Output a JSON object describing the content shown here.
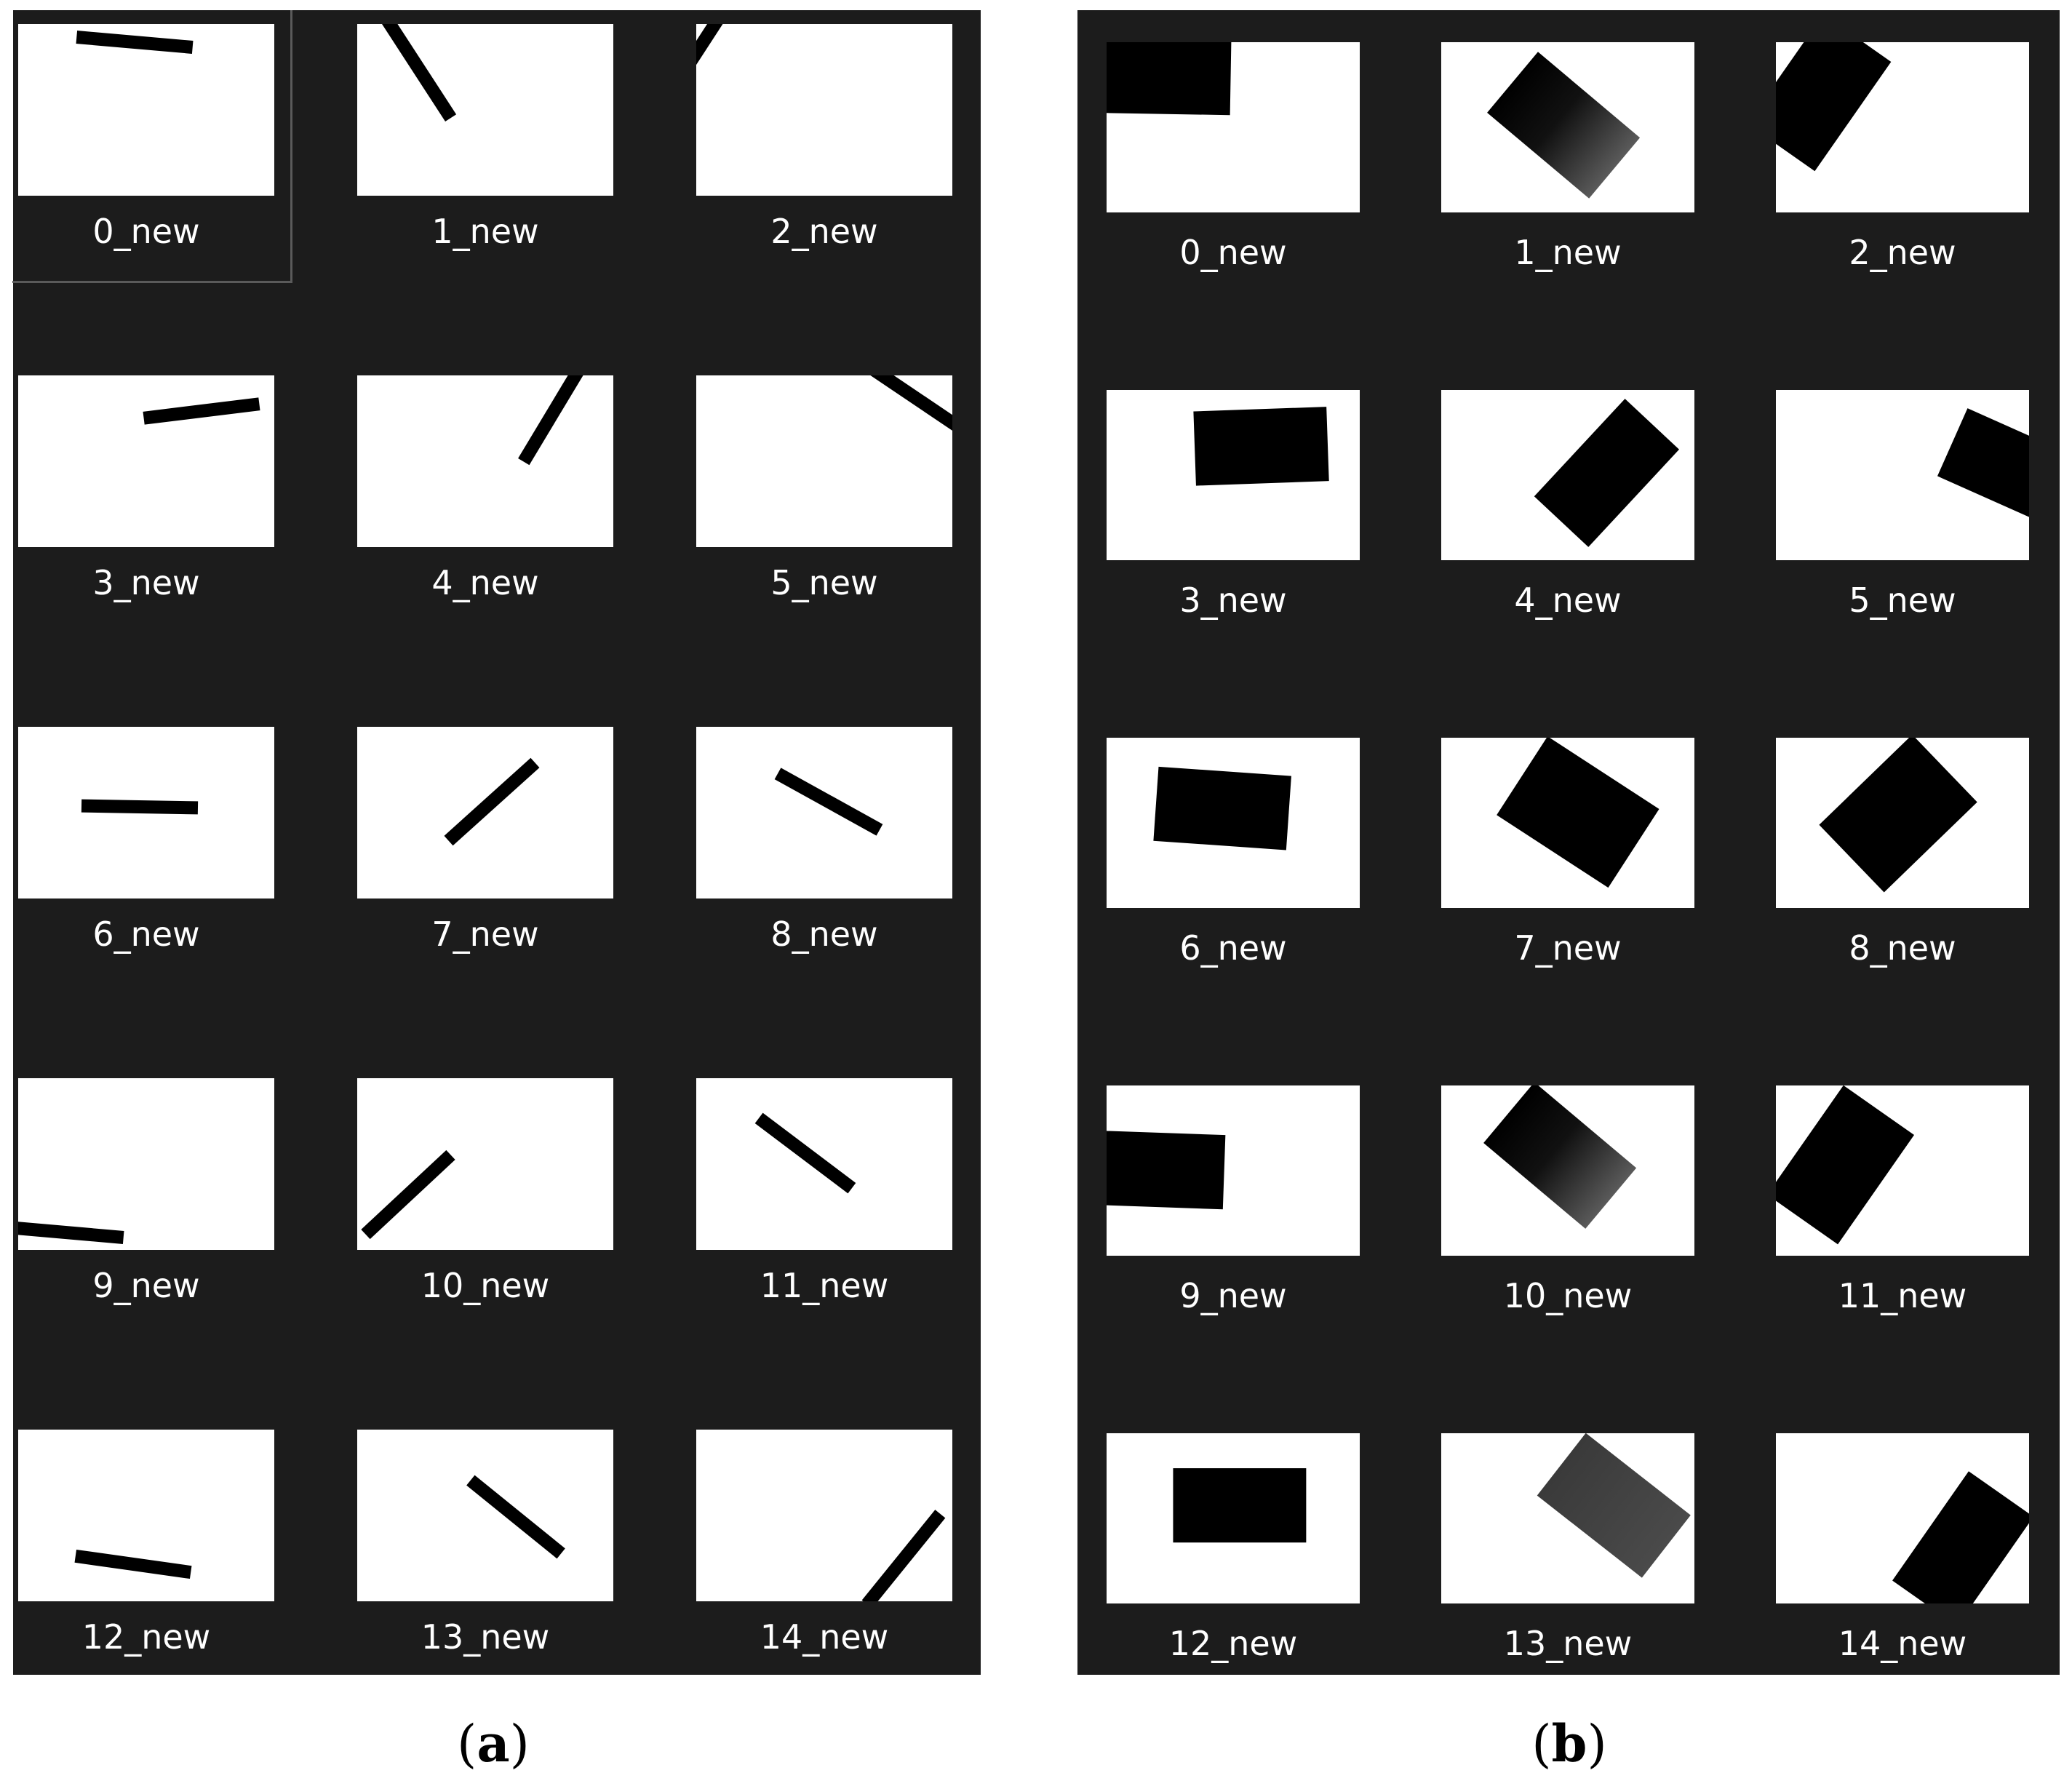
{
  "panel_a": {
    "caption_open": "(",
    "caption_letter": "a",
    "caption_close": ")",
    "selected_index": 0,
    "items": [
      {
        "label": "0_new"
      },
      {
        "label": "1_new"
      },
      {
        "label": "2_new"
      },
      {
        "label": "3_new"
      },
      {
        "label": "4_new"
      },
      {
        "label": "5_new"
      },
      {
        "label": "6_new"
      },
      {
        "label": "7_new"
      },
      {
        "label": "8_new"
      },
      {
        "label": "9_new"
      },
      {
        "label": "10_new"
      },
      {
        "label": "11_new"
      },
      {
        "label": "12_new"
      },
      {
        "label": "13_new"
      },
      {
        "label": "14_new"
      }
    ]
  },
  "panel_b": {
    "caption_open": "(",
    "caption_letter": "b",
    "caption_close": ")",
    "items": [
      {
        "label": "0_new"
      },
      {
        "label": "1_new"
      },
      {
        "label": "2_new"
      },
      {
        "label": "3_new"
      },
      {
        "label": "4_new"
      },
      {
        "label": "5_new"
      },
      {
        "label": "6_new"
      },
      {
        "label": "7_new"
      },
      {
        "label": "8_new"
      },
      {
        "label": "9_new"
      },
      {
        "label": "10_new"
      },
      {
        "label": "11_new"
      },
      {
        "label": "12_new"
      },
      {
        "label": "13_new"
      },
      {
        "label": "14_new"
      }
    ]
  },
  "colors": {
    "panel_background": "#1c1c1c",
    "thumbnail_background": "#ffffff",
    "shape_fill": "#000000",
    "label_text": "#ffffff"
  }
}
